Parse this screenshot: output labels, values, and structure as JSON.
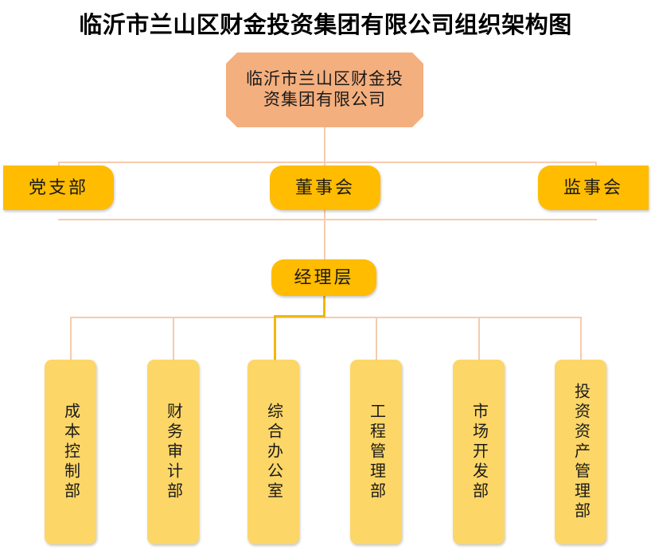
{
  "page": {
    "title": "临沂市兰山区财金投资集团有限公司组织架构图",
    "background_color": "#FFFFFF"
  },
  "colors": {
    "root_node": "#F4AF7E",
    "level_node": "#FFBC00",
    "department_node": "#FCD667",
    "connector": "#F6CBAE",
    "connector_highlight": "#F2B705",
    "text": "#1A1A1A"
  },
  "chart": {
    "type": "org-chart",
    "root": {
      "id": "group",
      "label": "临沂市兰山区财金投资集团有限公司",
      "line1": "临沂市兰山区财金投",
      "line2": "资集团有限公司",
      "shape": "octagon",
      "color": "#F4AF7E"
    },
    "level2": [
      {
        "id": "party-branch",
        "label": "党支部",
        "shape": "round-right",
        "color": "#FFBC00"
      },
      {
        "id": "board-of-directors",
        "label": "董事会",
        "shape": "rounded",
        "color": "#FFBC00"
      },
      {
        "id": "board-of-supervisors",
        "label": "监事会",
        "shape": "round-left",
        "color": "#FFBC00"
      }
    ],
    "level3": [
      {
        "id": "management",
        "label": "经理层",
        "shape": "rounded",
        "color": "#FFBC00"
      }
    ],
    "departments": [
      {
        "id": "cost-control",
        "label": "成本控制部",
        "color": "#FCD667",
        "highlighted_connector": false
      },
      {
        "id": "finance-audit",
        "label": "财务审计部",
        "color": "#FCD667",
        "highlighted_connector": false
      },
      {
        "id": "general-office",
        "label": "综合办公室",
        "color": "#FCD667",
        "highlighted_connector": true
      },
      {
        "id": "engineering-management",
        "label": "工程管理部",
        "color": "#FCD667",
        "highlighted_connector": false
      },
      {
        "id": "market-development",
        "label": "市场开发部",
        "color": "#FCD667",
        "highlighted_connector": false
      },
      {
        "id": "investment-asset-management",
        "label": "投资资产管理部",
        "color": "#FCD667",
        "highlighted_connector": false
      }
    ]
  }
}
